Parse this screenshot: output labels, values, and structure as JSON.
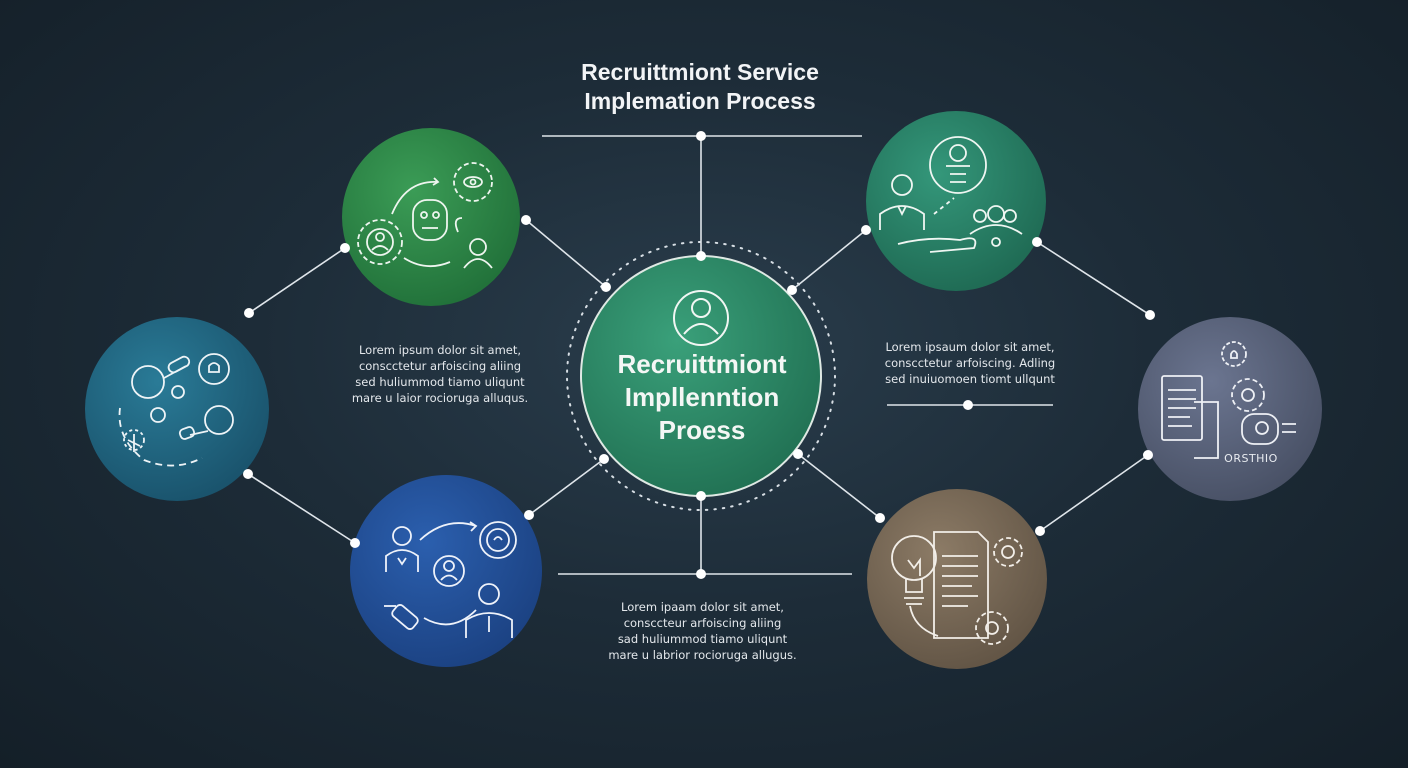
{
  "title": {
    "line1": "Recruittmiont Service",
    "line2": "Implemation Process"
  },
  "center": {
    "line1": "Recruittmiont",
    "line2": "Impllenntion",
    "line3": "Proess"
  },
  "notes": {
    "left": [
      "Lorem ipsum dolor sit amet,",
      "conscctetur arfoiscing aliing",
      "sed huliummod tiamo uliqunt",
      "mare u laior rocioruga alluqus."
    ],
    "right": [
      "Lorem ipsaum dolor sit amet,",
      "conscctetur arfoiscing. Adling",
      "sed inuiuomoen tiomt ullqunt"
    ],
    "bottom": [
      "Lorem ipaam dolor sit amet,",
      "consccteur arfoiscing aliing",
      "sad huliummod tiamo uliqunt",
      "mare u labrior rocioruga allugus."
    ]
  },
  "side_label": "ORSTHIO",
  "colors": {
    "background": "#1b2a36",
    "connector": "#e6ebef",
    "center_fill": "#2d8a66",
    "node_top_left": "#2f8a4a",
    "node_left": "#226a86",
    "node_bottom_left": "#22519a",
    "node_top_right": "#2b8565",
    "node_right": "#5a6479",
    "node_bottom_right": "#7a6a56"
  },
  "icons": {
    "center": "person-icon",
    "top_left": "ai-robot-gears-icon",
    "left": "connected-search-icon",
    "bottom_left": "candidate-cycle-icon",
    "top_right": "interview-handshake-icon",
    "right": "document-gears-icon",
    "bottom_right": "idea-document-gears-icon"
  }
}
